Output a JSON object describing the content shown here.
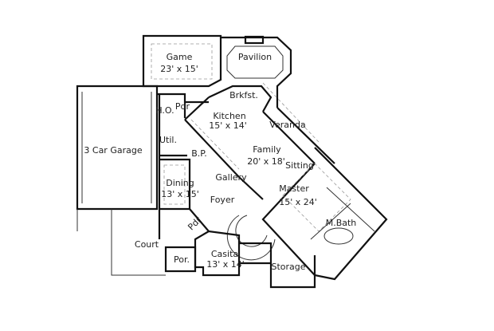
{
  "plan": {
    "rooms": {
      "game": {
        "name": "Game",
        "size": "23' x 15'"
      },
      "pavilion": {
        "name": "Pavilion"
      },
      "garage": {
        "name": "3 Car Garage"
      },
      "brkfst": {
        "name": "Brkfst."
      },
      "kitchen": {
        "name": "Kitchen",
        "size": "15' x 14'"
      },
      "ho": {
        "name": "H.O."
      },
      "pdr1": {
        "name": "Pdr"
      },
      "util": {
        "name": "Util."
      },
      "bp": {
        "name": "B.P."
      },
      "veranda": {
        "name": "Veranda"
      },
      "family": {
        "name": "Family",
        "size": "20' x 18'"
      },
      "sitting": {
        "name": "Sitting"
      },
      "gallery": {
        "name": "Gallery"
      },
      "dining": {
        "name": "Dining",
        "size": "13' x 15'"
      },
      "master": {
        "name": "Master",
        "size": "15' x 24'"
      },
      "foyer": {
        "name": "Foyer"
      },
      "mbath": {
        "name": "M.Bath"
      },
      "pdr2": {
        "name": "Pdr"
      },
      "court": {
        "name": "Court"
      },
      "casita": {
        "name": "Casita",
        "size": "13' x 14'"
      },
      "por": {
        "name": "Por."
      },
      "storage": {
        "name": "Storage"
      }
    }
  }
}
